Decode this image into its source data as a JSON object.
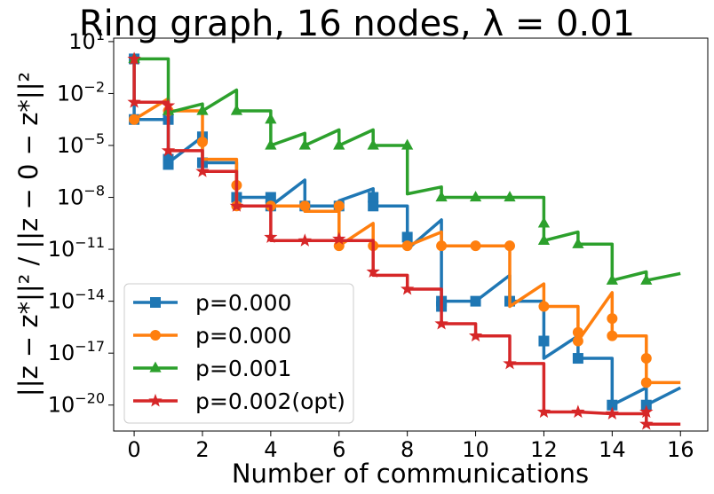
{
  "chart_data": {
    "type": "line",
    "title": "Ring graph, 16 nodes, λ = 0.01",
    "xlabel": "Number of communications",
    "ylabel": "||z − z*||² / ||z − 0 − z*||²",
    "xlim": [
      -0.6,
      16.8
    ],
    "ylim_log10": [
      -21.5,
      1.2
    ],
    "y_scale": "log",
    "x_ticks": [
      0,
      2,
      4,
      6,
      8,
      10,
      12,
      14,
      16
    ],
    "y_ticks": [
      {
        "base": "10",
        "exp": "1",
        "value": 1
      },
      {
        "base": "10",
        "exp": "−2",
        "value": -2
      },
      {
        "base": "10",
        "exp": "−5",
        "value": -5
      },
      {
        "base": "10",
        "exp": "−8",
        "value": -8
      },
      {
        "base": "10",
        "exp": "−11",
        "value": -11
      },
      {
        "base": "10",
        "exp": "−14",
        "value": -14
      },
      {
        "base": "10",
        "exp": "−17",
        "value": -17
      },
      {
        "base": "10",
        "exp": "−20",
        "value": -20
      }
    ],
    "grid": false,
    "legend_position": "lower-left",
    "series": [
      {
        "name": "p=0.000",
        "color": "#1f77b4",
        "marker": "square",
        "points": [
          [
            0,
            0
          ],
          [
            0,
            -3.5
          ],
          [
            1,
            -3.5
          ],
          [
            1,
            -6
          ],
          [
            2,
            -4.5
          ],
          [
            2,
            -6
          ],
          [
            3,
            -6
          ],
          [
            3,
            -8
          ],
          [
            4,
            -8
          ],
          [
            4,
            -8.5
          ],
          [
            5,
            -7
          ],
          [
            5,
            -8.5
          ],
          [
            6,
            -8.5
          ],
          [
            6,
            -8.2
          ],
          [
            7,
            -7.5
          ],
          [
            7,
            -8.5
          ],
          [
            8,
            -8.5
          ],
          [
            8,
            -11
          ],
          [
            9,
            -9.3
          ],
          [
            9,
            -14
          ],
          [
            10,
            -14
          ],
          [
            11,
            -12.5
          ],
          [
            11,
            -14
          ],
          [
            12,
            -14
          ],
          [
            12,
            -17.3
          ],
          [
            13,
            -16
          ],
          [
            13,
            -17.3
          ],
          [
            14,
            -17.3
          ],
          [
            14,
            -20
          ],
          [
            15,
            -19
          ],
          [
            15,
            -20
          ],
          [
            16,
            -19
          ]
        ],
        "markers": [
          [
            0,
            0
          ],
          [
            0,
            -3.5
          ],
          [
            1,
            -3.5
          ],
          [
            1,
            -5.8
          ],
          [
            1,
            -6.1
          ],
          [
            2,
            -4.5
          ],
          [
            2,
            -6
          ],
          [
            3,
            -8
          ],
          [
            4,
            -8
          ],
          [
            4,
            -8.5
          ],
          [
            5,
            -8.5
          ],
          [
            6,
            -8.5
          ],
          [
            7,
            -8.5
          ],
          [
            7,
            -8
          ],
          [
            8,
            -10.3
          ],
          [
            9,
            -14
          ],
          [
            9,
            -14.3
          ],
          [
            10,
            -14
          ],
          [
            11,
            -14
          ],
          [
            12,
            -16.3
          ],
          [
            13,
            -17.3
          ],
          [
            14,
            -20
          ],
          [
            15,
            -20
          ]
        ]
      },
      {
        "name": "p=0.000",
        "color": "#ff7f0e",
        "marker": "circle",
        "points": [
          [
            0,
            -3.5
          ],
          [
            1,
            -2.3
          ],
          [
            1,
            -3
          ],
          [
            2,
            -3
          ],
          [
            2,
            -5.8
          ],
          [
            3,
            -5.8
          ],
          [
            3,
            -8.5
          ],
          [
            4,
            -8.5
          ],
          [
            5,
            -8.5
          ],
          [
            5,
            -8.8
          ],
          [
            6,
            -8.8
          ],
          [
            6,
            -10.8
          ],
          [
            7,
            -9.5
          ],
          [
            7,
            -10.8
          ],
          [
            8,
            -10.8
          ],
          [
            9,
            -10
          ],
          [
            9,
            -10.8
          ],
          [
            10,
            -10.8
          ],
          [
            11,
            -10.8
          ],
          [
            11,
            -14.3
          ],
          [
            12,
            -13
          ],
          [
            12,
            -14.3
          ],
          [
            13,
            -14.3
          ],
          [
            13,
            -16.3
          ],
          [
            14,
            -13.5
          ],
          [
            14,
            -16
          ],
          [
            15,
            -16
          ],
          [
            15,
            -18.7
          ],
          [
            16,
            -18.7
          ]
        ],
        "markers": [
          [
            0,
            -3.5
          ],
          [
            1,
            -3
          ],
          [
            2,
            -4.8
          ],
          [
            3,
            -7.3
          ],
          [
            3,
            -8.5
          ],
          [
            4,
            -8.5
          ],
          [
            5,
            -8.5
          ],
          [
            6,
            -8.5
          ],
          [
            6,
            -10.8
          ],
          [
            7,
            -10.8
          ],
          [
            8,
            -10.8
          ],
          [
            9,
            -10.8
          ],
          [
            10,
            -10.8
          ],
          [
            11,
            -10.8
          ],
          [
            12,
            -14.3
          ],
          [
            13,
            -15.8
          ],
          [
            13,
            -16.3
          ],
          [
            14,
            -15
          ],
          [
            14,
            -16
          ],
          [
            15,
            -17.3
          ],
          [
            15,
            -18.7
          ]
        ]
      },
      {
        "name": "p=0.001",
        "color": "#2ca02c",
        "marker": "triangle",
        "points": [
          [
            0,
            0
          ],
          [
            1,
            0
          ],
          [
            1,
            -3.1
          ],
          [
            2,
            -2.6
          ],
          [
            2,
            -3
          ],
          [
            3,
            -1.8
          ],
          [
            3,
            -3
          ],
          [
            4,
            -3
          ],
          [
            4,
            -5
          ],
          [
            5,
            -4.3
          ],
          [
            5,
            -5
          ],
          [
            6,
            -4.1
          ],
          [
            6,
            -5
          ],
          [
            7,
            -4.1
          ],
          [
            7,
            -5
          ],
          [
            8,
            -5
          ],
          [
            8,
            -7.8
          ],
          [
            9,
            -7.4
          ],
          [
            9,
            -8
          ],
          [
            10,
            -8
          ],
          [
            11,
            -8
          ],
          [
            12,
            -8
          ],
          [
            12,
            -10.5
          ],
          [
            13,
            -10
          ],
          [
            13,
            -10.7
          ],
          [
            14,
            -10.7
          ],
          [
            14,
            -12.8
          ],
          [
            15,
            -12.3
          ],
          [
            15,
            -12.8
          ],
          [
            16,
            -12.4
          ]
        ],
        "markers": [
          [
            0,
            0
          ],
          [
            1,
            -3
          ],
          [
            2,
            -3
          ],
          [
            3,
            -3
          ],
          [
            4,
            -3.5
          ],
          [
            4,
            -5
          ],
          [
            5,
            -5
          ],
          [
            6,
            -5
          ],
          [
            7,
            -5
          ],
          [
            8,
            -5
          ],
          [
            9,
            -8
          ],
          [
            10,
            -8
          ],
          [
            11,
            -8
          ],
          [
            12,
            -9.5
          ],
          [
            12,
            -10.5
          ],
          [
            13,
            -10.7
          ],
          [
            14,
            -12.8
          ],
          [
            15,
            -12.8
          ]
        ]
      },
      {
        "name": "p=0.002(opt)",
        "color": "#d62728",
        "marker": "star",
        "points": [
          [
            0,
            0
          ],
          [
            0,
            -2.5
          ],
          [
            1,
            -2.5
          ],
          [
            1,
            -5.3
          ],
          [
            2,
            -5.3
          ],
          [
            2,
            -6.5
          ],
          [
            3,
            -6.5
          ],
          [
            3,
            -8.5
          ],
          [
            4,
            -8.5
          ],
          [
            4,
            -10.5
          ],
          [
            5,
            -10.5
          ],
          [
            6,
            -10.5
          ],
          [
            6,
            -10.5
          ],
          [
            7,
            -10.5
          ],
          [
            7,
            -12.5
          ],
          [
            8,
            -12.5
          ],
          [
            8,
            -13.3
          ],
          [
            9,
            -13.3
          ],
          [
            9,
            -15.3
          ],
          [
            10,
            -15.3
          ],
          [
            10,
            -16
          ],
          [
            11,
            -16
          ],
          [
            11,
            -17.6
          ],
          [
            12,
            -17.6
          ],
          [
            12,
            -20.4
          ],
          [
            13,
            -20.4
          ],
          [
            14,
            -20.5
          ],
          [
            15,
            -20.5
          ],
          [
            15,
            -21.1
          ],
          [
            16,
            -21.1
          ]
        ],
        "markers": [
          [
            0,
            0
          ],
          [
            0,
            -2.5
          ],
          [
            1,
            -2.7
          ],
          [
            1,
            -5.3
          ],
          [
            2,
            -6.5
          ],
          [
            3,
            -8.5
          ],
          [
            4,
            -10.3
          ],
          [
            5,
            -10.5
          ],
          [
            6,
            -10.4
          ],
          [
            7,
            -12.3
          ],
          [
            8,
            -13.3
          ],
          [
            9,
            -15.3
          ],
          [
            10,
            -16
          ],
          [
            11,
            -17.6
          ],
          [
            12,
            -20.4
          ],
          [
            13,
            -20.4
          ],
          [
            14,
            -20.5
          ],
          [
            15,
            -20.4
          ],
          [
            15,
            -21.1
          ]
        ]
      }
    ]
  }
}
